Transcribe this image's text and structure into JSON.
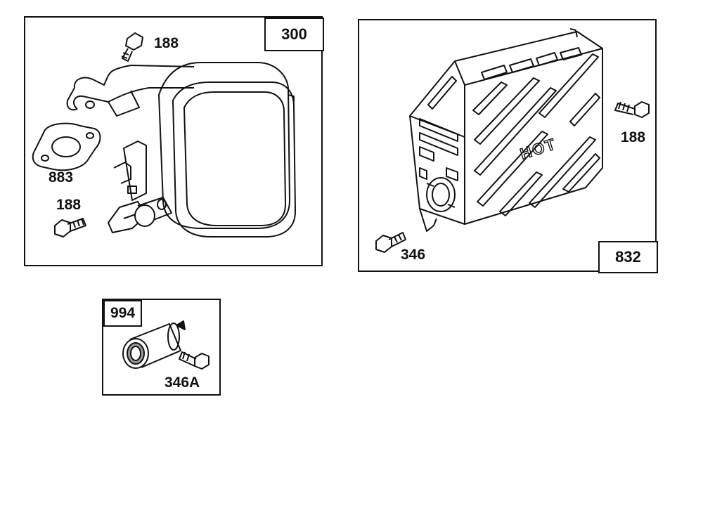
{
  "panels": {
    "muffler": {
      "ref": "300",
      "callouts": {
        "top_screw": "188",
        "gasket": "883",
        "bottom_screw": "188"
      }
    },
    "guard": {
      "ref": "832",
      "guard_text": "HOT",
      "callouts": {
        "right_screw": "188",
        "left_screw": "346"
      }
    },
    "arrestor": {
      "ref": "994",
      "callouts": {
        "screw": "346A"
      }
    }
  },
  "colors": {
    "line": "#111111",
    "background": "#ffffff",
    "shade": "#9a9a9a"
  }
}
